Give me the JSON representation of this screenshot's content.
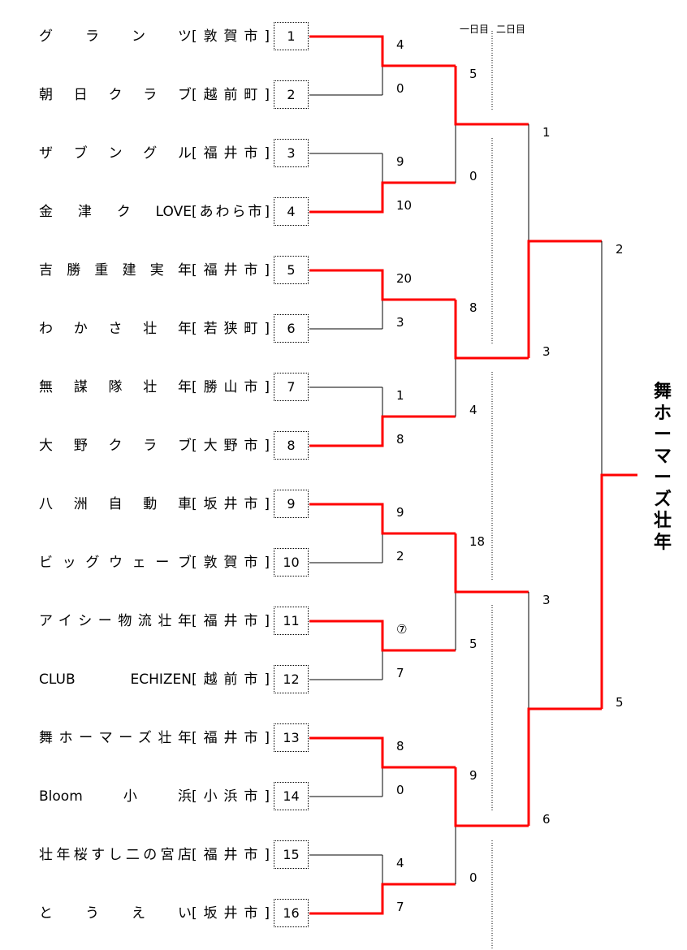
{
  "header": {
    "day1": "一日目",
    "day2": "二日目"
  },
  "teams": [
    {
      "seed": "1",
      "name": "グランツ",
      "city": "[敦賀市]"
    },
    {
      "seed": "2",
      "name": "朝日クラブ",
      "city": "[越前町]"
    },
    {
      "seed": "3",
      "name": "ザブングル",
      "city": "[福井市]"
    },
    {
      "seed": "4",
      "name": "金津クLOVE",
      "city": "[あわら市]"
    },
    {
      "seed": "5",
      "name": "吉勝重建実年",
      "city": "[福井市]"
    },
    {
      "seed": "6",
      "name": "わかさ壮年",
      "city": "[若狭町]"
    },
    {
      "seed": "7",
      "name": "無謀隊壮年",
      "city": "[勝山市]"
    },
    {
      "seed": "8",
      "name": "大野クラブ",
      "city": "[大野市]"
    },
    {
      "seed": "9",
      "name": "八洲自動車",
      "city": "[坂井市]"
    },
    {
      "seed": "10",
      "name": "ビッグウェーブ",
      "city": "[敦賀市]"
    },
    {
      "seed": "11",
      "name": "アイシー物流壮年",
      "city": "[福井市]"
    },
    {
      "seed": "12",
      "name": "CLUB　ECHIZEN",
      "city": "[越前市]"
    },
    {
      "seed": "13",
      "name": "舞ホーマーズ壮年",
      "city": "[福井市]"
    },
    {
      "seed": "14",
      "name": "Bloom小浜",
      "city": "[小浜市]"
    },
    {
      "seed": "15",
      "name": "壮年桜すし二の宮店",
      "city": "[福井市]"
    },
    {
      "seed": "16",
      "name": "とうえい",
      "city": "[坂井市]"
    }
  ],
  "scores": {
    "r1": [
      [
        "4",
        "0"
      ],
      [
        "9",
        "10"
      ],
      [
        "20",
        "3"
      ],
      [
        "1",
        "8"
      ],
      [
        "9",
        "2"
      ],
      [
        "⑦",
        "7"
      ],
      [
        "8",
        "0"
      ],
      [
        "4",
        "7"
      ]
    ],
    "r2": [
      [
        "5",
        "0"
      ],
      [
        "8",
        "4"
      ],
      [
        "18",
        "5"
      ],
      [
        "9",
        "0"
      ]
    ],
    "r3": [
      [
        "1",
        "3"
      ],
      [
        "3",
        "6"
      ]
    ],
    "final": [
      [
        "2",
        "5"
      ]
    ]
  },
  "champion": "舞ホーマーズ壮年",
  "colors": {
    "winner_line": "#ff0000",
    "line": "#000000"
  }
}
